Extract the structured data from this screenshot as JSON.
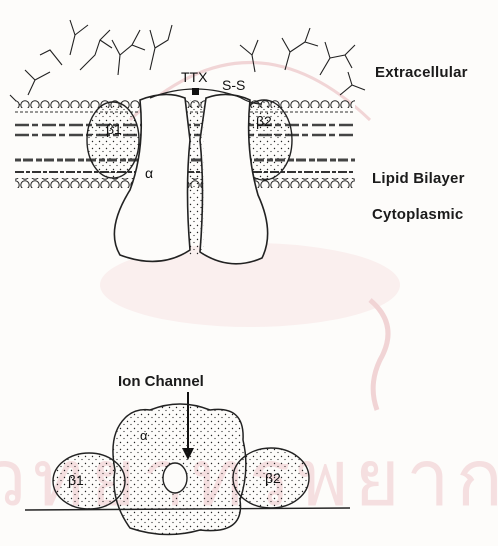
{
  "top_diagram": {
    "toxin_label": "TTX",
    "disulfide_label": "S-S",
    "beta1_label": "β1",
    "beta2_label": "β2",
    "alpha_label": "α"
  },
  "side_labels": {
    "extracellular": "Extracellular",
    "lipid_bilayer": "Lipid Bilayer",
    "cytoplasmic": "Cytoplasmic"
  },
  "bottom_diagram": {
    "title": "Ion Channel",
    "beta1_label": "β1",
    "beta2_label": "β2",
    "alpha_label": "α"
  },
  "colors": {
    "ink": "#1b1b1b",
    "watermark": "#e8b4b8",
    "background": "#fdfcfa"
  }
}
